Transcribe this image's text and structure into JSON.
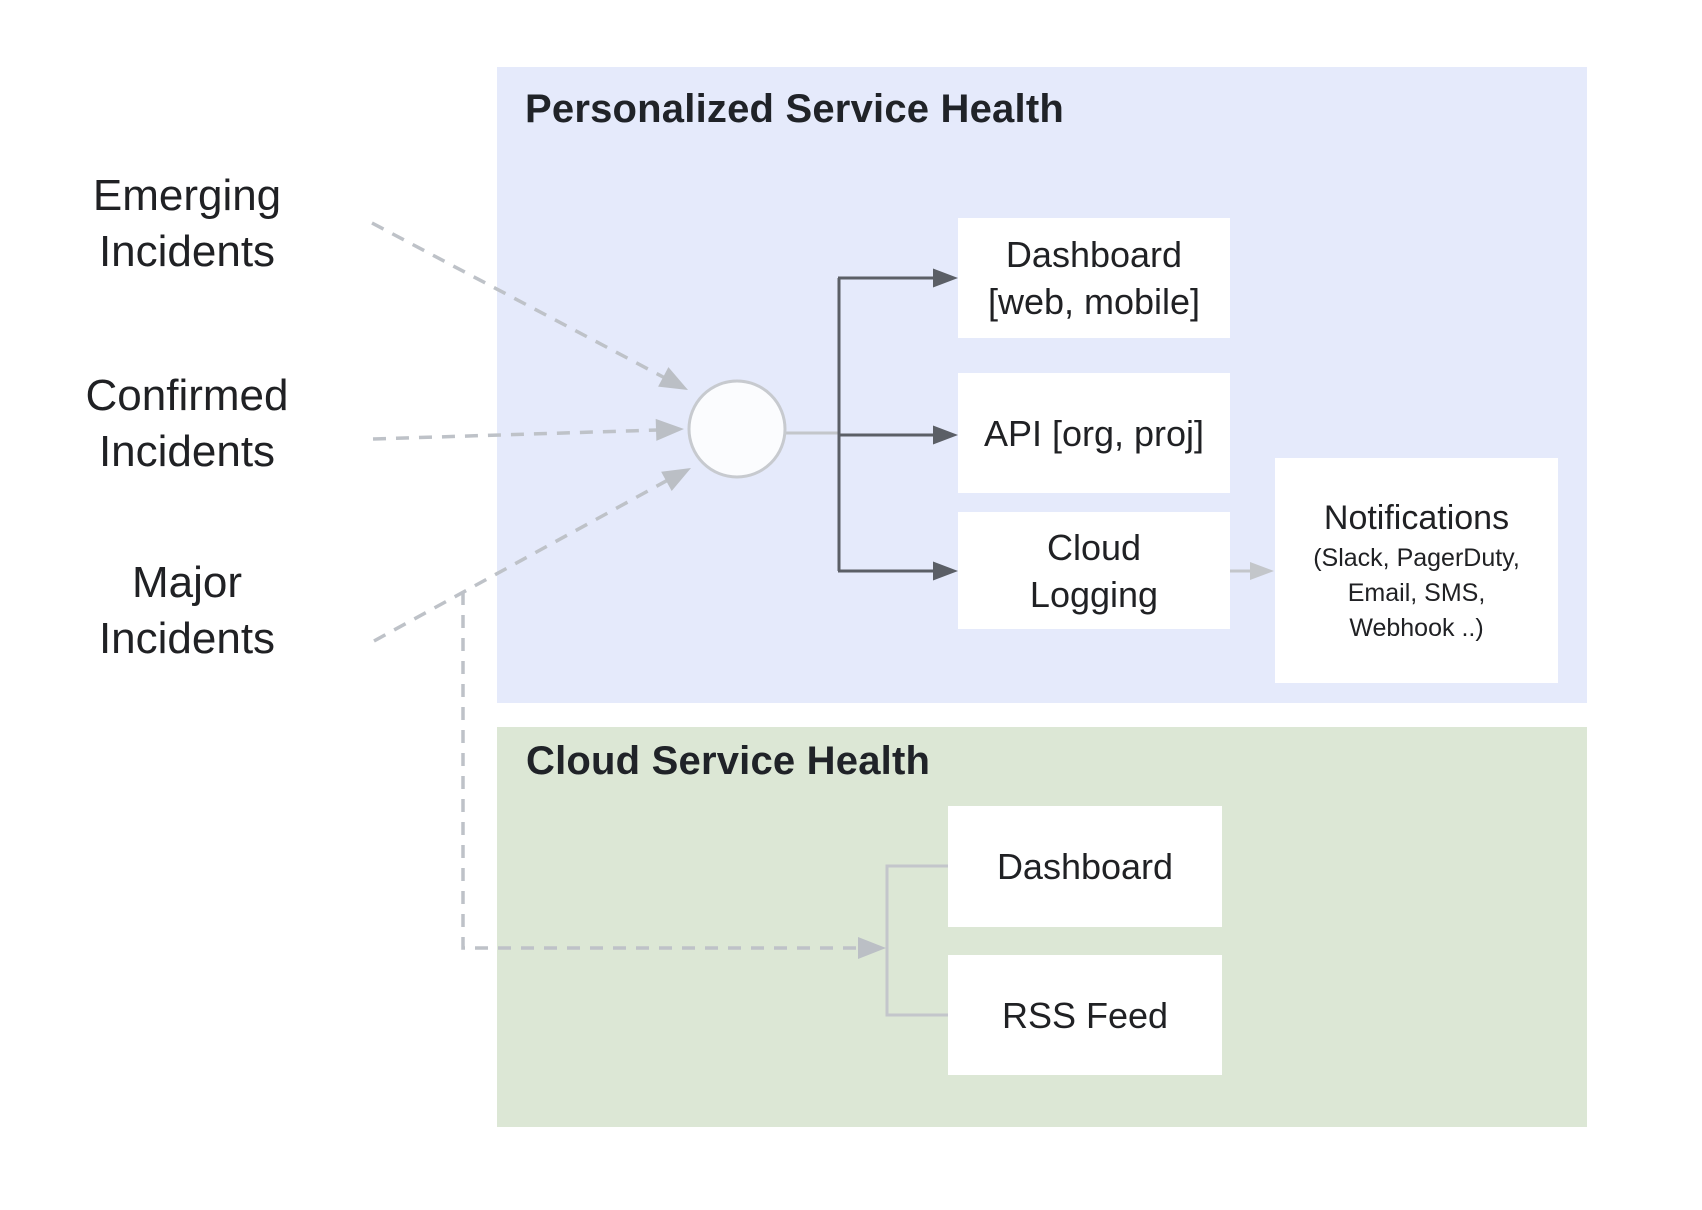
{
  "sources": [
    {
      "id": "emerging",
      "label": "Emerging\nIncidents"
    },
    {
      "id": "confirmed",
      "label": "Confirmed\nIncidents"
    },
    {
      "id": "major",
      "label": "Major\nIncidents"
    }
  ],
  "personalized": {
    "title": "Personalized Service Health",
    "boxes": {
      "dashboard": "Dashboard\n[web, mobile]",
      "api": "API [org, proj]",
      "logging": "Cloud\nLogging"
    },
    "notifications": {
      "title": "Notifications",
      "subtitle": "(Slack, PagerDuty,\nEmail, SMS,\nWebhook ..)"
    }
  },
  "cloud": {
    "title": "Cloud Service Health",
    "boxes": {
      "dashboard": "Dashboard",
      "rss": "RSS Feed"
    }
  },
  "colors": {
    "personalized-bg": "#E5EAFB",
    "cloud-bg": "#DCE7D5",
    "text-dark": "#202124",
    "dark-connector": "#5B5F66",
    "light-connector": "#BEC2C8"
  }
}
